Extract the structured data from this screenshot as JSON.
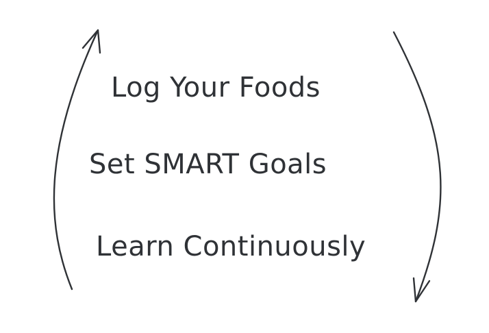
{
  "steps": [
    {
      "label": "Log Your Foods"
    },
    {
      "label": "Set SMART Goals"
    },
    {
      "label": "Learn Continuously"
    }
  ],
  "colors": {
    "ink": "#2f3236",
    "background": "#ffffff"
  },
  "icons": {
    "left": "up-arrow-icon",
    "right": "down-arrow-icon"
  }
}
